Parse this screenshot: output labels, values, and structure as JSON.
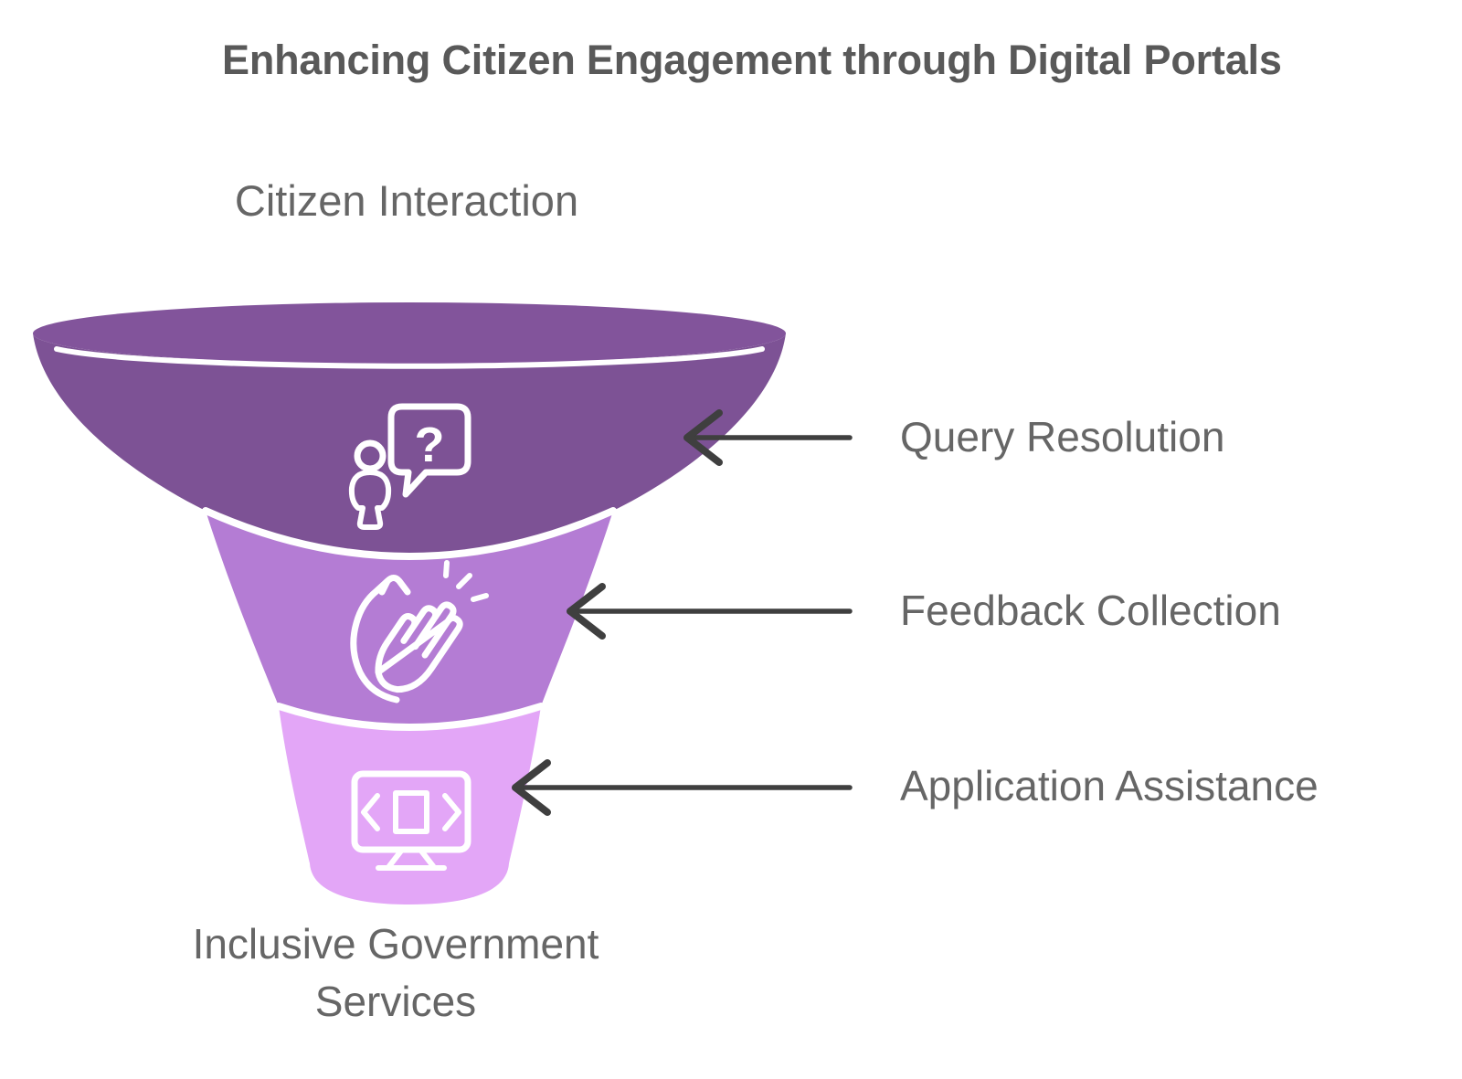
{
  "title": "Enhancing Citizen Engagement through Digital Portals",
  "funnel": {
    "top_label": "Citizen Interaction",
    "bottom_label": "Inclusive Government Services",
    "stages": [
      {
        "label": "Query Resolution",
        "icon": "person-question-icon",
        "color": "#7d5295"
      },
      {
        "label": "Feedback Collection",
        "icon": "clapping-hands-icon",
        "color": "#b47cd4"
      },
      {
        "label": "Application Assistance",
        "icon": "code-monitor-icon",
        "color": "#e3a6f7"
      }
    ]
  },
  "icons": {
    "question_mark": "?"
  },
  "colors": {
    "page-bg": "#ffffff",
    "title-text": "#595959",
    "label-text": "#666666",
    "arrow": "#3f3f3f",
    "ellipse": "#82549b",
    "stage1": "#7d5295",
    "stage2": "#b47cd4",
    "stage3": "#e3a6f7",
    "icon-stroke": "#ffffff",
    "separator": "#ffffff"
  }
}
